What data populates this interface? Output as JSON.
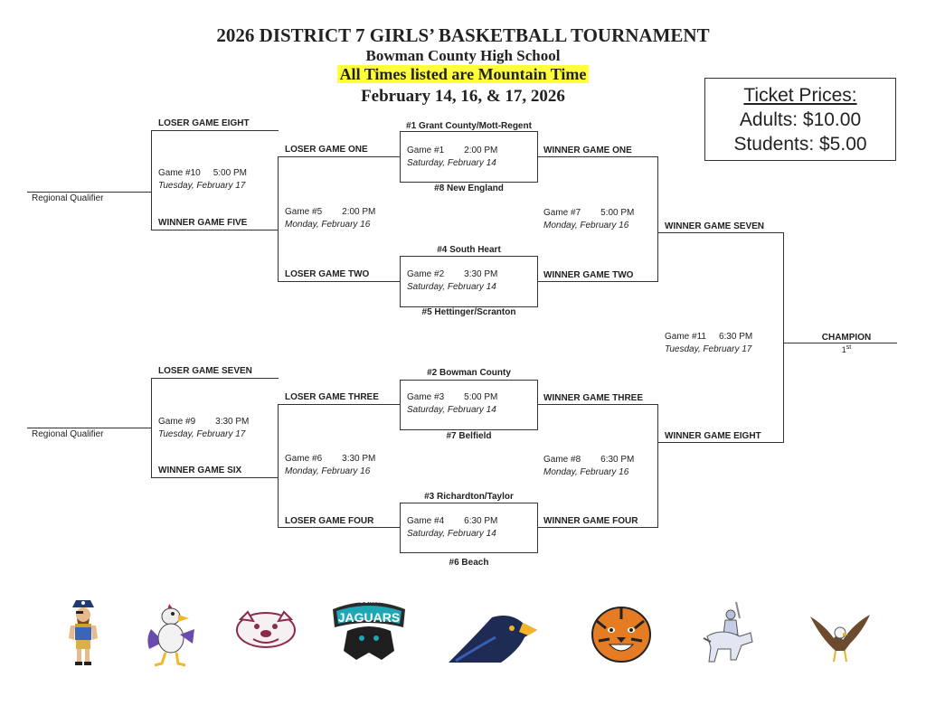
{
  "header": {
    "title": "2026 DISTRICT 7 GIRLS’ BASKETBALL TOURNAMENT",
    "school": "Bowman County High School",
    "note": "All Times listed are Mountain Time",
    "dates": "February 14, 16, & 17, 2026"
  },
  "tickets": {
    "heading": "Ticket Prices:",
    "adults": "Adults:  $10.00",
    "students": "Students:  $5.00"
  },
  "colors": {
    "highlight": "#ffff3c",
    "lines": "#333333"
  },
  "seeds": {
    "s1": "#1 Grant County/Mott-Regent",
    "s8": "#8 New England",
    "s4": "#4 South Heart",
    "s5": "#5 Hettinger/Scranton",
    "s2": "#2 Bowman County",
    "s7": "#7 Belfield",
    "s3": "#3 Richardton/Taylor",
    "s6": "#6 Beach"
  },
  "games": {
    "g1": {
      "num": "Game #1",
      "time": "2:00 PM",
      "date": "Saturday, February 14"
    },
    "g2": {
      "num": "Game #2",
      "time": "3:30 PM",
      "date": "Saturday, February 14"
    },
    "g3": {
      "num": "Game #3",
      "time": "5:00 PM",
      "date": "Saturday, February 14"
    },
    "g4": {
      "num": "Game #4",
      "time": "6:30 PM",
      "date": "Saturday, February 14"
    },
    "g5": {
      "num": "Game #5",
      "time": "2:00 PM",
      "date": "Monday, February 16"
    },
    "g6": {
      "num": "Game #6",
      "time": "3:30 PM",
      "date": "Monday, February 16"
    },
    "g7": {
      "num": "Game #7",
      "time": "5:00 PM",
      "date": "Monday, February 16"
    },
    "g8": {
      "num": "Game #8",
      "time": "6:30 PM",
      "date": "Monday, February 16"
    },
    "g9": {
      "num": "Game #9",
      "time": "3:30 PM",
      "date": "Tuesday, February 17"
    },
    "g10": {
      "num": "Game #10",
      "time": "5:00 PM",
      "date": "Tuesday, February 17"
    },
    "g11": {
      "num": "Game #11",
      "time": "6:30 PM",
      "date": "Tuesday, February 17"
    }
  },
  "slots": {
    "loser8": "LOSER GAME EIGHT",
    "winner5": "WINNER GAME FIVE",
    "loser1": "LOSER GAME ONE",
    "loser2": "LOSER GAME TWO",
    "winner1": "WINNER GAME ONE",
    "winner2": "WINNER GAME TWO",
    "winner7": "WINNER GAME SEVEN",
    "loser7": "LOSER GAME SEVEN",
    "winner6": "WINNER GAME SIX",
    "loser3": "LOSER GAME THREE",
    "loser4": "LOSER GAME FOUR",
    "winner3": "WINNER GAME THREE",
    "winner4": "WINNER GAME FOUR",
    "winner8": "WINNER GAME EIGHT",
    "champion": "CHAMPION",
    "first": "1",
    "first_sup": "st",
    "qualifier_top": "Regional Qualifier",
    "qualifier_bottom": "Regional Qualifier"
  },
  "logos": [
    "pirate-mascot-icon",
    "cardinal-mascot-icon",
    "bulldog-mascot-icon",
    "jaguars-mascot-icon",
    "hawk-mascot-icon",
    "tiger-mascot-icon",
    "rider-mascot-icon",
    "eagle-mascot-icon"
  ],
  "logo_texts": {
    "jaguars_small": "CGMR",
    "jaguars": "JAGUARS"
  }
}
